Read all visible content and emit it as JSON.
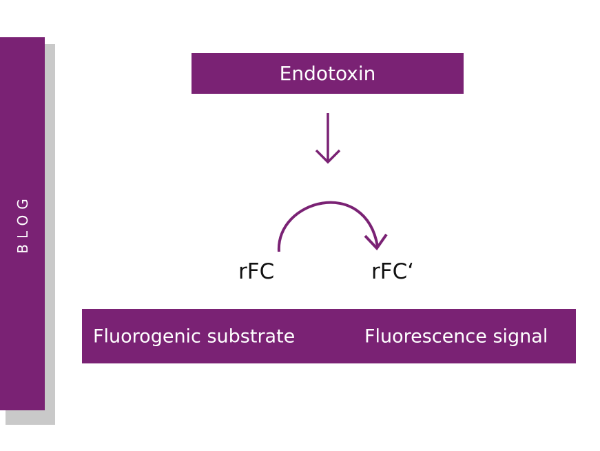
{
  "sidebar": {
    "label": "BLOG"
  },
  "diagram": {
    "top_box": "Endotoxin",
    "left_node": "rFC",
    "right_node": "rFC‘",
    "bottom_left": "Fluorogenic substrate",
    "bottom_right": "Fluorescence signal"
  },
  "colors": {
    "accent": "#7a2274",
    "shadow": "#c9c9c9",
    "text": "#111111"
  }
}
